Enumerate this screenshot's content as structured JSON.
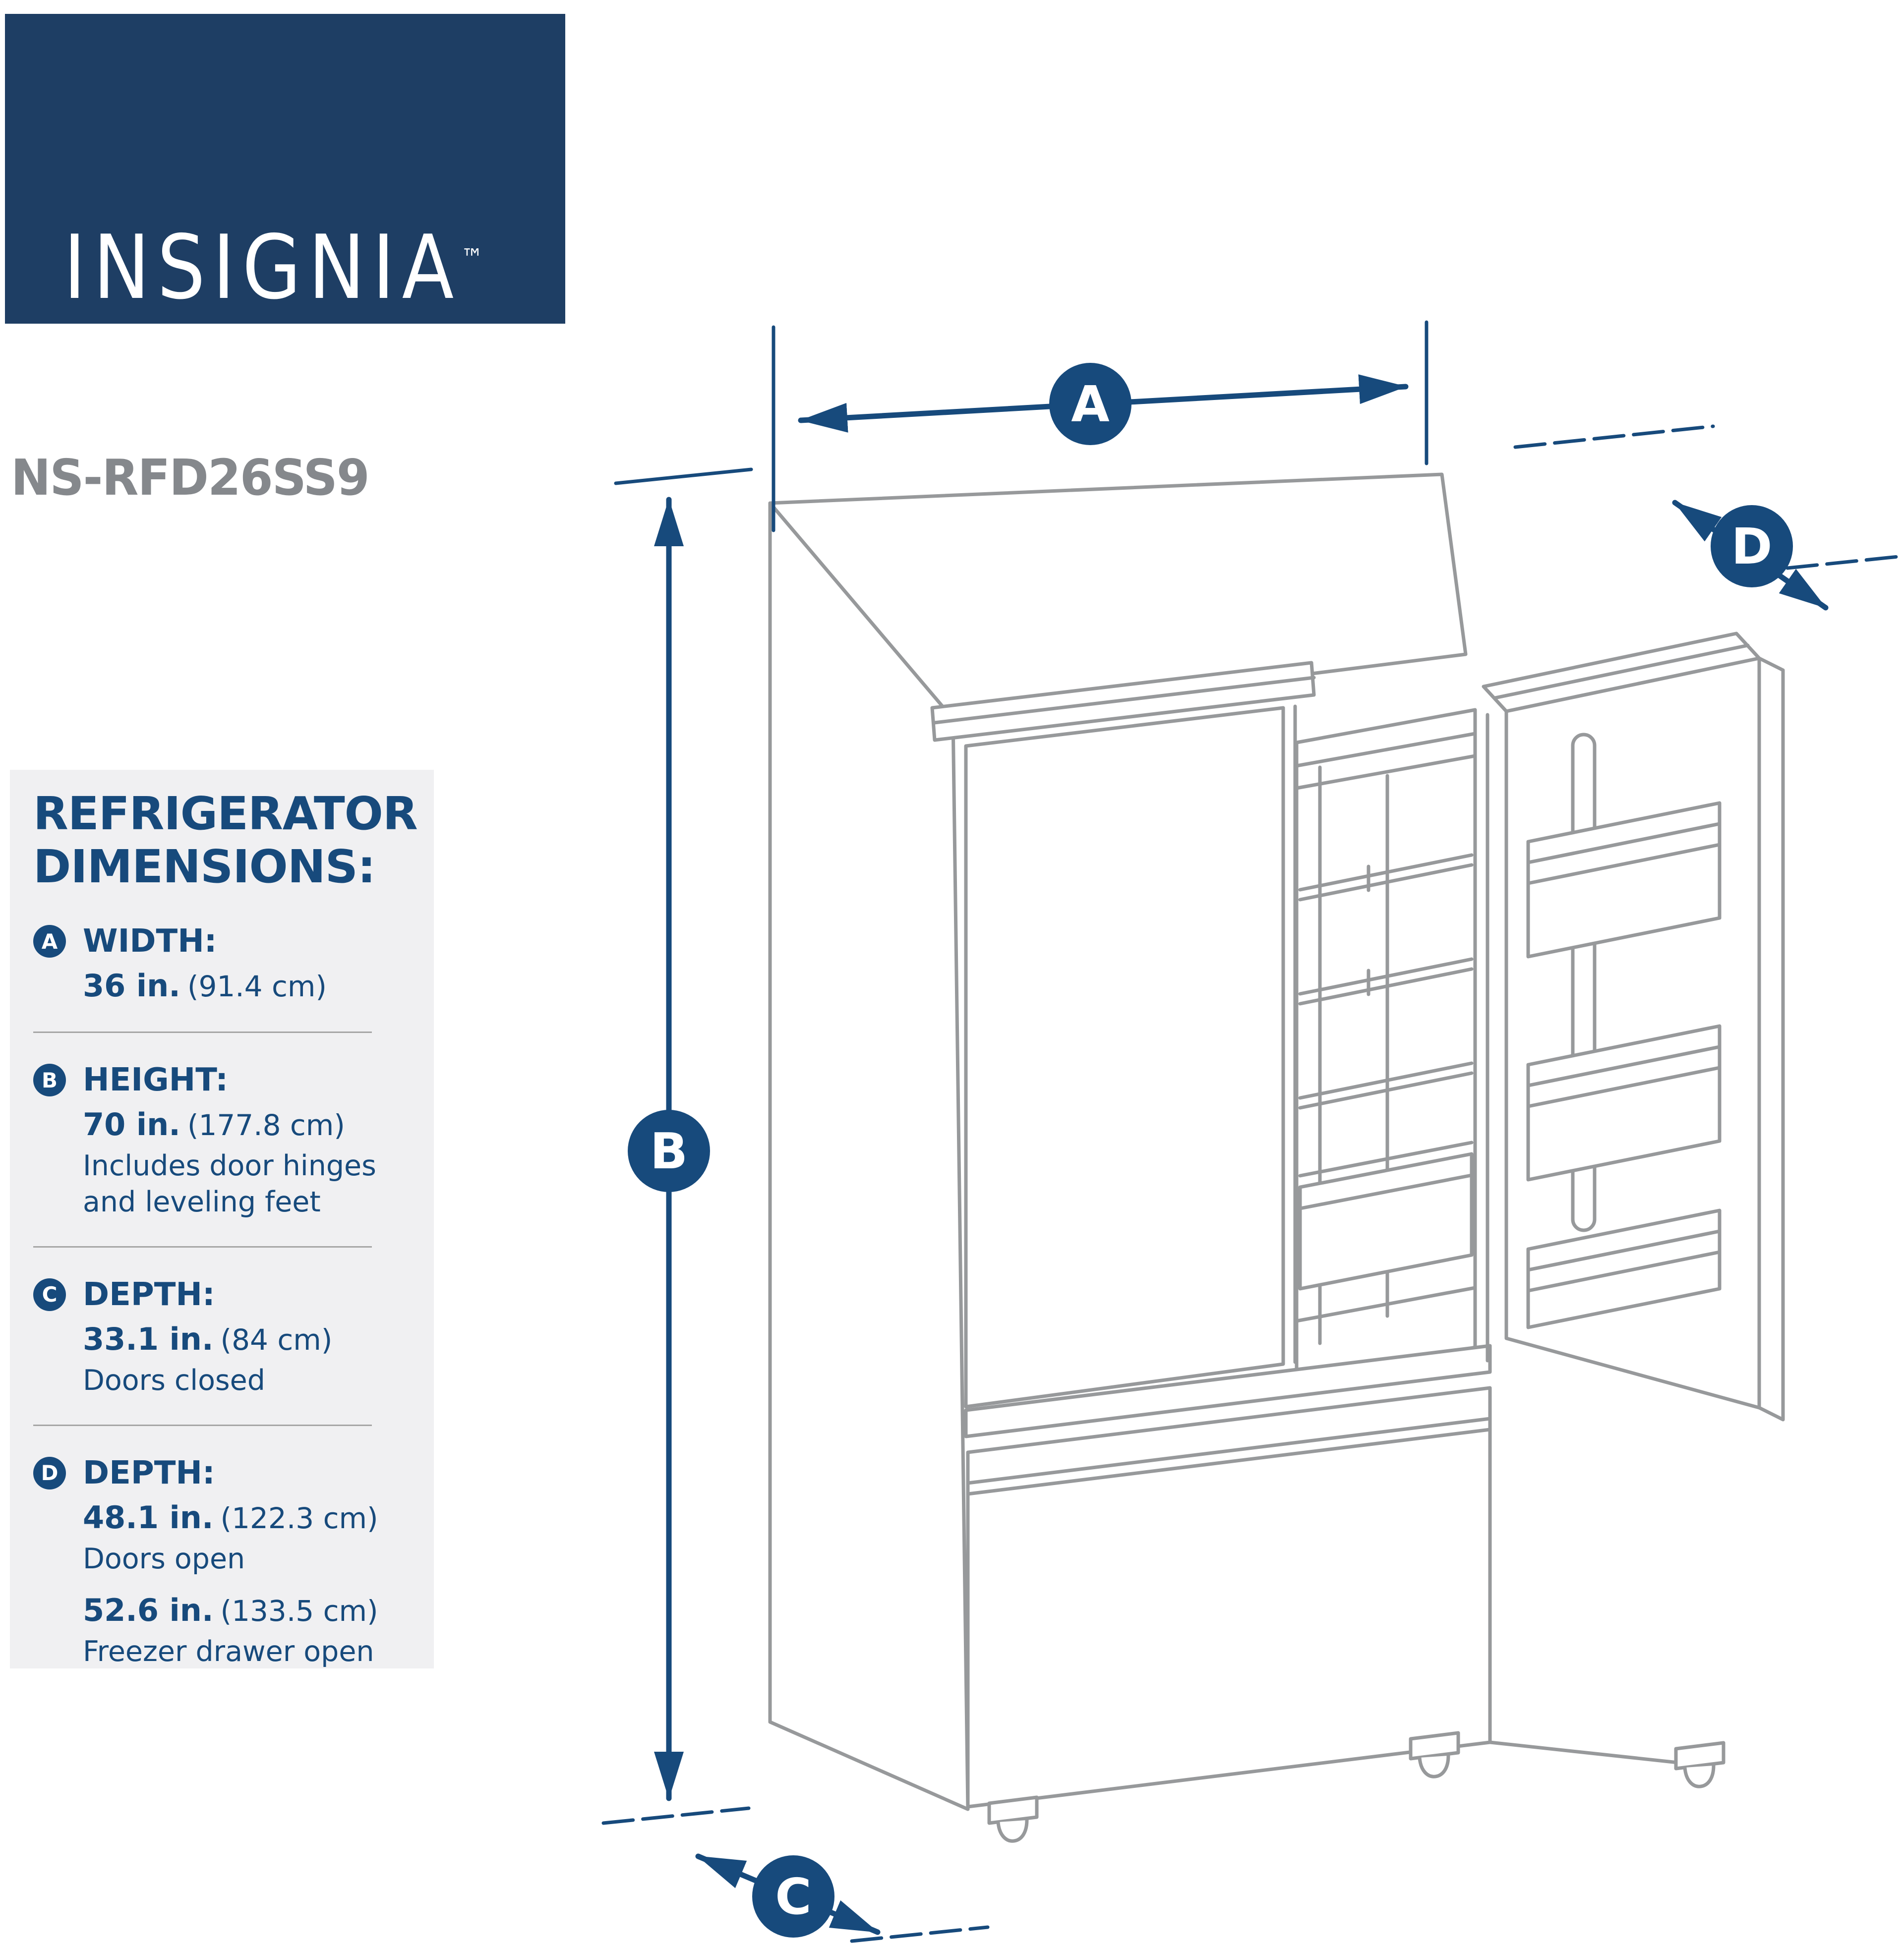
{
  "brand": {
    "logo_text": "INSIGNIA",
    "trademark": "™"
  },
  "model_number": "NS-RFD26SS9",
  "panel": {
    "heading_line1": "REFRIGERATOR",
    "heading_line2": "DIMENSIONS:",
    "entries": [
      {
        "letter": "A",
        "label": "WIDTH:",
        "value": "36 in.",
        "metric": "(91.4 cm)"
      },
      {
        "letter": "B",
        "label": "HEIGHT:",
        "value": "70 in.",
        "metric": "(177.8 cm)",
        "notes": [
          "Includes door hinges",
          "and leveling feet"
        ]
      },
      {
        "letter": "C",
        "label": "DEPTH:",
        "value": "33.1 in.",
        "metric": "(84 cm)",
        "notes": [
          "Doors closed"
        ]
      },
      {
        "letter": "D",
        "label": "DEPTH:",
        "value": "48.1 in.",
        "metric": "(122.3 cm)",
        "notes": [
          "Doors open"
        ],
        "value2": "52.6 in.",
        "metric2": "(133.5 cm)",
        "notes2": [
          "Freezer drawer open"
        ]
      }
    ]
  },
  "diagram": {
    "labels": {
      "a": "A",
      "b": "B",
      "c": "C",
      "d": "D"
    },
    "subject": "French-door refrigerator, right door open, bottom freezer drawer"
  },
  "colors": {
    "brand_navy": "#1e3e64",
    "accent_navy": "#174a7c",
    "model_gray": "#85888c",
    "panel_bg": "#f0f0f2",
    "line_gray": "#97999b"
  }
}
